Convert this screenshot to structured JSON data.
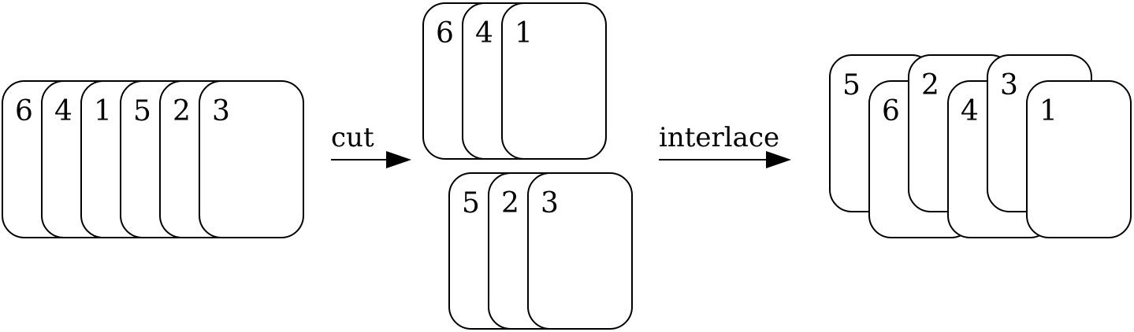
{
  "diagram": {
    "operations": [
      {
        "label": "cut"
      },
      {
        "label": "interlace"
      }
    ],
    "stacks": {
      "initial_deck": [
        "6",
        "4",
        "1",
        "5",
        "2",
        "3"
      ],
      "cut_top_packet": [
        "6",
        "4",
        "1"
      ],
      "cut_bottom_packet": [
        "5",
        "2",
        "3"
      ],
      "interlaced_deck": [
        "5",
        "6",
        "2",
        "4",
        "3",
        "1"
      ]
    }
  }
}
